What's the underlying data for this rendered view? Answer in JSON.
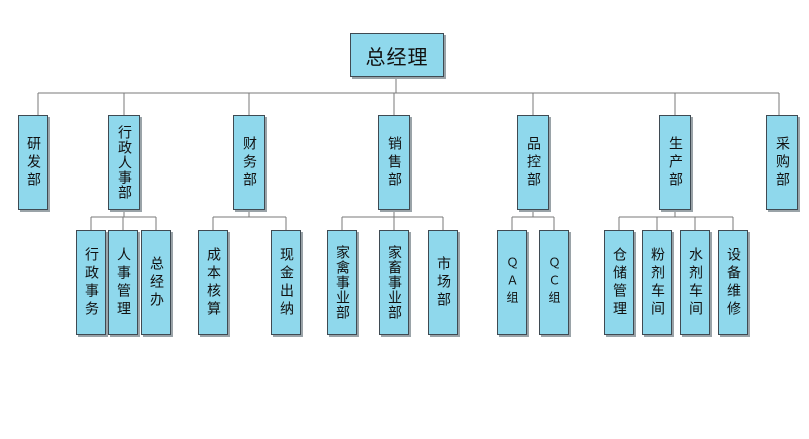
{
  "root": {
    "label": "总经理"
  },
  "departments": [
    {
      "label": "研发部",
      "children": []
    },
    {
      "label": "行政人事部",
      "children": [
        "行政事务",
        "人事管理",
        "总经办"
      ]
    },
    {
      "label": "财务部",
      "children": [
        "成本核算",
        "现金出纳"
      ]
    },
    {
      "label": "销售部",
      "children": [
        "家禽事业部",
        "家畜事业部",
        "市场部"
      ]
    },
    {
      "label": "品控部",
      "children": [
        "ＱＡ组",
        "ＱＣ组"
      ]
    },
    {
      "label": "生产部",
      "children": [
        "仓储管理",
        "粉剂车间",
        "水剂车间",
        "设备维修"
      ]
    },
    {
      "label": "采购部",
      "children": []
    }
  ],
  "colors": {
    "box_fill": "#8fd8ec",
    "box_border": "#3f4a52",
    "line": "#7a7a7a"
  }
}
